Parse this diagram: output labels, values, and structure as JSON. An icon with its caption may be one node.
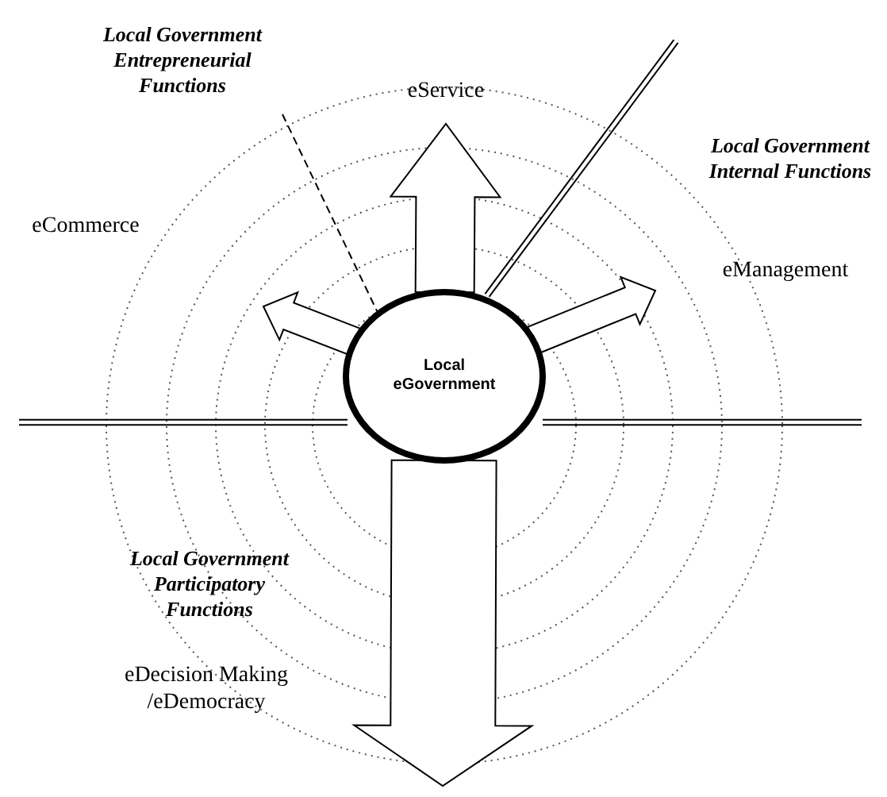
{
  "diagram": {
    "nodes": [
      {
        "text": [
          "eService"
        ]
      },
      {
        "text": [
          "eCommerce"
        ]
      },
      {
        "text": [
          "eManagement"
        ]
      },
      {
        "text": [
          "Local eGovernment"
        ]
      },
      {
        "text": [
          "eDecision Making /eDemocracy"
        ]
      }
    ],
    "edges": [
      {
        "from": 3,
        "to": null,
        "arrow": "to"
      },
      {
        "from": 3,
        "to": null,
        "arrow": "to"
      },
      {
        "from": 3,
        "to": null,
        "arrow": "to"
      },
      {
        "from": 3,
        "to": null,
        "arrow": "to"
      }
    ],
    "labels": [
      "Local Government Entrepreneurial Functions",
      "Local Government Internal Functions",
      "Local Government Participatory Functions"
    ]
  }
}
